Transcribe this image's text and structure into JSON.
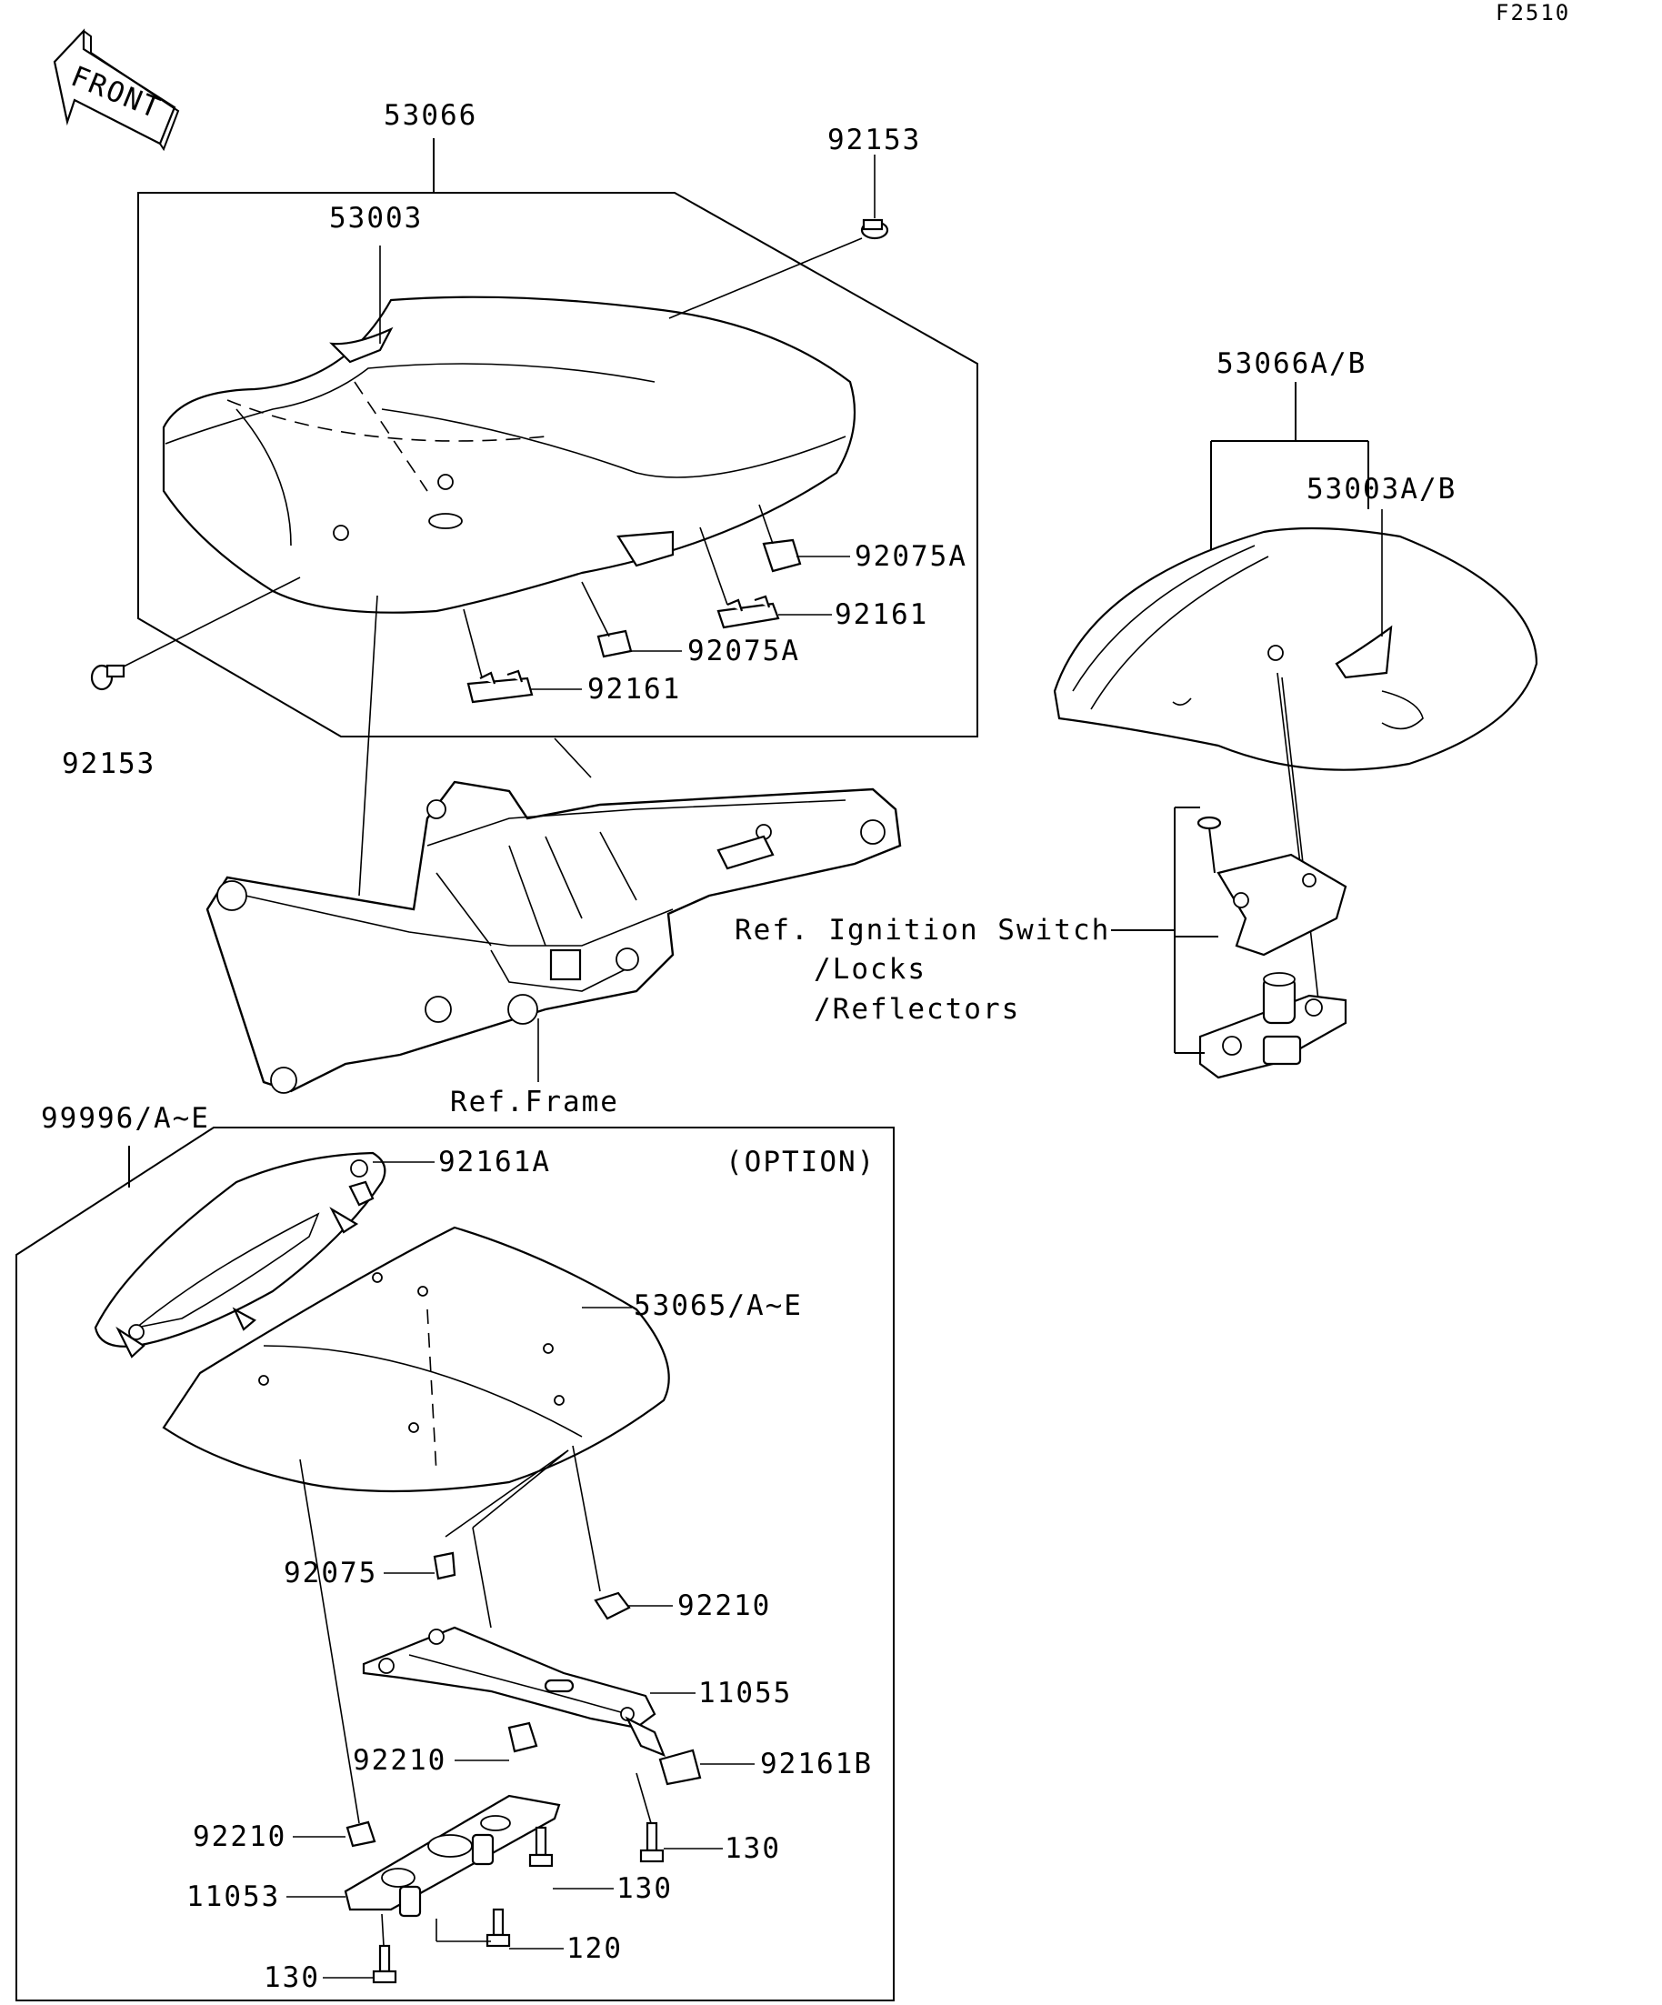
{
  "figure_code": "F2510",
  "front_arrow": {
    "label": "FRONT",
    "icon": "front-arrow-icon"
  },
  "option_label": "(OPTION)",
  "reference_notes": {
    "ignition": [
      "Ref. Ignition Switch",
      "/Locks",
      "/Reflectors"
    ],
    "frame": "Ref.Frame"
  },
  "callouts": {
    "p53066": "53066",
    "p53003": "53003",
    "p92153_top": "92153",
    "p92153_left": "92153",
    "p92075A_right": "92075A",
    "p92161_right": "92161",
    "p92075A_mid": "92075A",
    "p92161_mid": "92161",
    "p53066AB": "53066A/B",
    "p53003AB": "53003A/B",
    "p99996": "99996/A~E",
    "p92161A": "92161A",
    "p53065": "53065/A~E",
    "p92075": "92075",
    "p92210_upper": "92210",
    "p11055": "11055",
    "p92161B": "92161B",
    "p92210_mid": "92210",
    "p92210_low": "92210",
    "p130_right": "130",
    "p130_mid": "130",
    "p11053": "11053",
    "p120": "120",
    "p130_bottom": "130"
  }
}
